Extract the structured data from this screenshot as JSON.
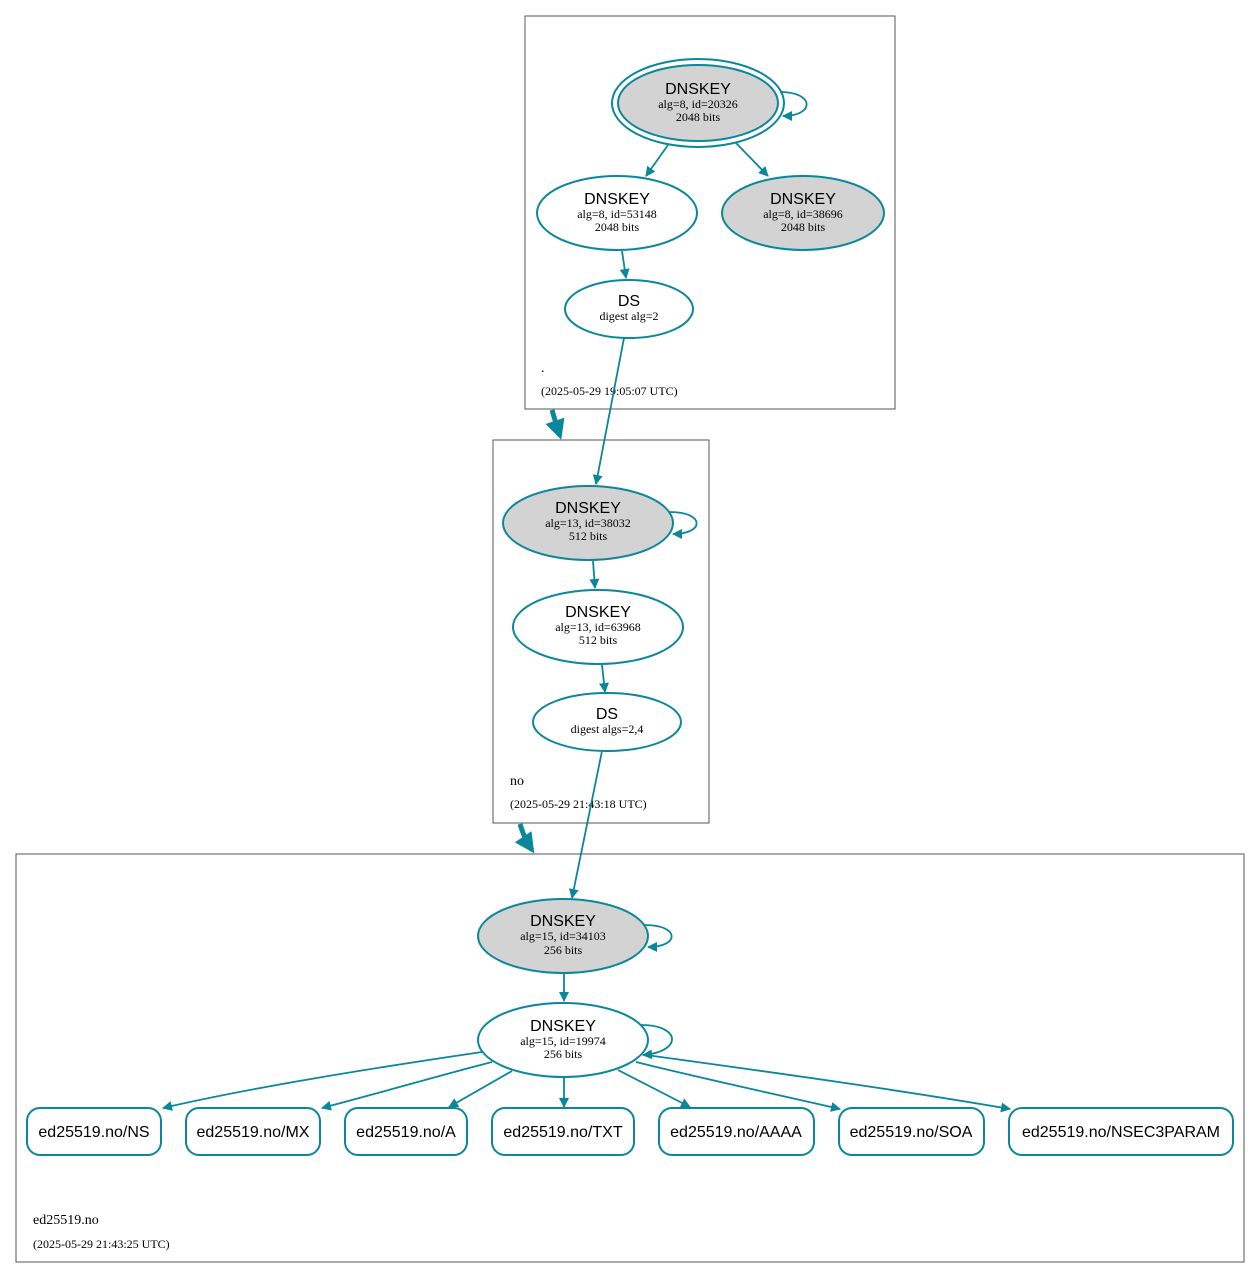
{
  "colors": {
    "edge": "#0a879a",
    "node_stroke": "#0a879a",
    "filled_node": "#d3d3d3",
    "zone_border": "#555555"
  },
  "zones": {
    "root": {
      "name": ".",
      "timestamp": "(2025-05-29 19:05:07 UTC)"
    },
    "no": {
      "name": "no",
      "timestamp": "(2025-05-29 21:43:18 UTC)"
    },
    "ed25519": {
      "name": "ed25519.no",
      "timestamp": "(2025-05-29 21:43:25 UTC)"
    }
  },
  "nodes": {
    "root_ksk": {
      "type": "DNSKEY",
      "line1": "alg=8, id=20326",
      "line2": "2048 bits"
    },
    "root_zsk": {
      "type": "DNSKEY",
      "line1": "alg=8, id=53148",
      "line2": "2048 bits"
    },
    "root_key3": {
      "type": "DNSKEY",
      "line1": "alg=8, id=38696",
      "line2": "2048 bits"
    },
    "root_ds": {
      "type": "DS",
      "line1": "digest alg=2"
    },
    "no_ksk": {
      "type": "DNSKEY",
      "line1": "alg=13, id=38032",
      "line2": "512 bits"
    },
    "no_zsk": {
      "type": "DNSKEY",
      "line1": "alg=13, id=63968",
      "line2": "512 bits"
    },
    "no_ds": {
      "type": "DS",
      "line1": "digest algs=2,4"
    },
    "ed_ksk": {
      "type": "DNSKEY",
      "line1": "alg=15, id=34103",
      "line2": "256 bits"
    },
    "ed_zsk": {
      "type": "DNSKEY",
      "line1": "alg=15, id=19974",
      "line2": "256 bits"
    }
  },
  "rrsets": [
    "ed25519.no/NS",
    "ed25519.no/MX",
    "ed25519.no/A",
    "ed25519.no/TXT",
    "ed25519.no/AAAA",
    "ed25519.no/SOA",
    "ed25519.no/NSEC3PARAM"
  ]
}
